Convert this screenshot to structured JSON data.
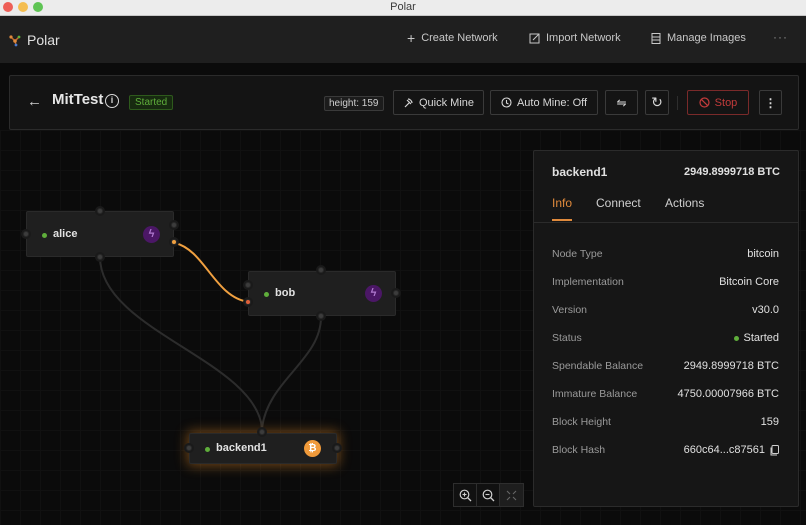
{
  "window": {
    "title": "Polar"
  },
  "appbar": {
    "logo_text": "Polar",
    "nav": [
      {
        "label": "Create Network",
        "icon": "plus-icon"
      },
      {
        "label": "Import Network",
        "icon": "import-icon"
      },
      {
        "label": "Manage Images",
        "icon": "images-icon"
      }
    ],
    "more": "···"
  },
  "network": {
    "name": "MitTest",
    "status": "Started",
    "height_label": "height: 159",
    "toolbar": {
      "quick_mine": "Quick Mine",
      "auto_mine": "Auto Mine: Off",
      "stop": "Stop"
    }
  },
  "nodes": [
    {
      "name": "alice",
      "type": "lightning",
      "status_color": "#5fae3b"
    },
    {
      "name": "bob",
      "type": "lightning",
      "status_color": "#5fae3b"
    },
    {
      "name": "backend1",
      "type": "bitcoin",
      "status_color": "#5fae3b",
      "selected": true
    }
  ],
  "links": [
    {
      "from": "alice",
      "to": "bob",
      "type": "channel",
      "color": "#f0a040"
    },
    {
      "from": "alice",
      "to": "backend1",
      "type": "backend"
    },
    {
      "from": "bob",
      "to": "backend1",
      "type": "backend"
    }
  ],
  "panel": {
    "title": "backend1",
    "balance": "2949.8999718 BTC",
    "tabs": [
      "Info",
      "Connect",
      "Actions"
    ],
    "active_tab": "Info",
    "info": [
      {
        "label": "Node Type",
        "value": "bitcoin"
      },
      {
        "label": "Implementation",
        "value": "Bitcoin Core"
      },
      {
        "label": "Version",
        "value": "v30.0"
      },
      {
        "label": "Status",
        "value": "Started"
      },
      {
        "label": "Spendable Balance",
        "value": "2949.8999718 BTC"
      },
      {
        "label": "Immature Balance",
        "value": "4750.00007966 BTC"
      },
      {
        "label": "Block Height",
        "value": "159"
      },
      {
        "label": "Block Hash",
        "value": "660c64...c87561"
      }
    ]
  },
  "colors": {
    "accent": "#e08a3c",
    "started": "#5fae3b",
    "stop": "#c23b3b",
    "lightning": "#4b1766",
    "bitcoin": "#f09a3a"
  }
}
